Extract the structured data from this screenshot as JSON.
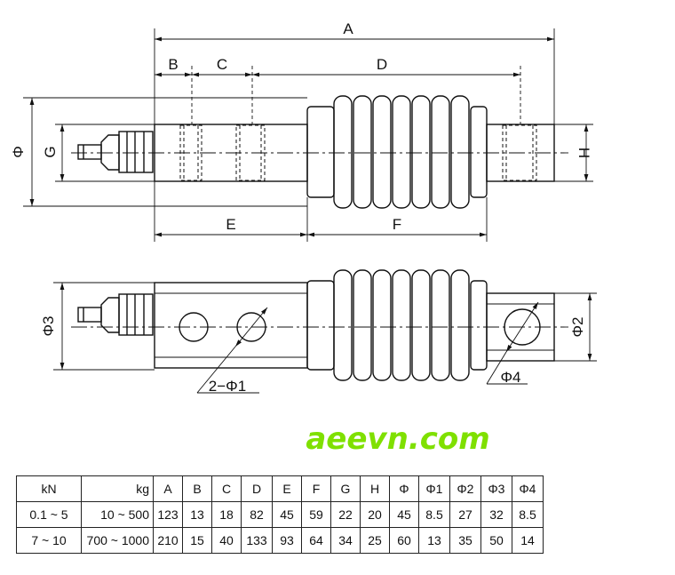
{
  "drawing": {
    "labels": {
      "A": "A",
      "B": "B",
      "C": "C",
      "D": "D",
      "E": "E",
      "F": "F",
      "G": "G",
      "H": "H",
      "phi": "Φ",
      "phi2": "Φ2",
      "phi3": "Φ3",
      "phi4": "Φ4",
      "hole_callout": "2−Φ1"
    },
    "line_color": "#111111"
  },
  "watermark": {
    "text": "aeevn.com",
    "color": "#7fe000"
  },
  "table": {
    "headers": [
      "kN",
      "kg",
      "A",
      "B",
      "C",
      "D",
      "E",
      "F",
      "G",
      "H",
      "Φ",
      "Φ1",
      "Φ2",
      "Φ3",
      "Φ4"
    ],
    "rows": [
      [
        "0.1 ~ 5",
        "10 ~ 500",
        "123",
        "13",
        "18",
        "82",
        "45",
        "59",
        "22",
        "20",
        "45",
        "8.5",
        "27",
        "32",
        "8.5"
      ],
      [
        "7 ~ 10",
        "700 ~ 1000",
        "210",
        "15",
        "40",
        "133",
        "93",
        "64",
        "34",
        "25",
        "60",
        "13",
        "35",
        "50",
        "14"
      ]
    ]
  }
}
